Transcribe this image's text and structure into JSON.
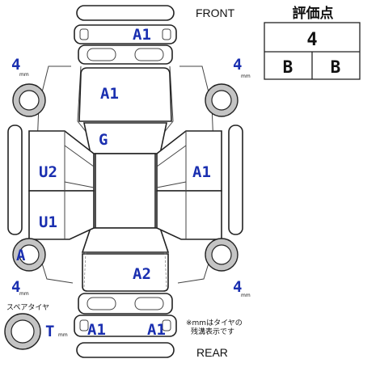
{
  "header": {
    "front_label": "FRONT",
    "rear_label": "REAR"
  },
  "grade_table": {
    "title": "評価点",
    "score": "4",
    "interior": "B",
    "exterior": "B"
  },
  "tires": {
    "front_left_depth": "4",
    "front_right_depth": "4",
    "rear_left_depth": "4",
    "rear_right_depth": "4",
    "unit": "mm",
    "spare_label": "スペアタイヤ",
    "spare_code": "T",
    "spare_unit": "mm"
  },
  "damage": {
    "front_bumper": "A1",
    "hood": "A1",
    "roof": "G",
    "left_front_door": "U2",
    "left_rear_door": "U1",
    "left_rear_wheel": "A",
    "right_door": "A1",
    "trunk": "A2",
    "rear_bumper_left": "A1",
    "rear_bumper_right": "A1"
  },
  "notes": {
    "depth_note_line1": "※mmはタイヤの",
    "depth_note_line2": "残溝表示です"
  },
  "colors": {
    "damage_code": "#1a2fb0",
    "outline": "#222222"
  }
}
